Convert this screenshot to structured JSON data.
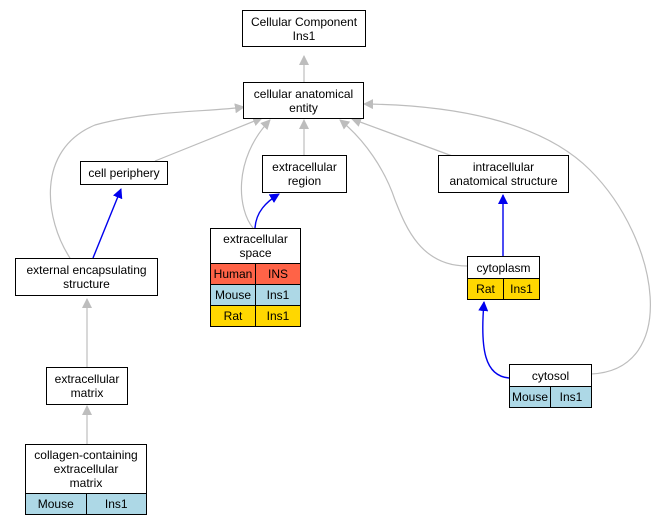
{
  "colors": {
    "gray_edge": "#bdbdbd",
    "blue_edge": "#0000ee",
    "human": "#ff6347",
    "mouse": "#add8e6",
    "rat": "#ffd700"
  },
  "nodes": {
    "root": {
      "label": "Cellular Component\nIns1"
    },
    "cae": {
      "label": "cellular anatomical\nentity"
    },
    "cp": {
      "label": "cell periphery"
    },
    "er": {
      "label": "extracellular\nregion"
    },
    "ias": {
      "label": "intracellular\nanatomical structure"
    },
    "ees": {
      "label": "external encapsulating\nstructure"
    },
    "es": {
      "label": "extracellular\nspace",
      "rows": [
        {
          "species": "Human",
          "gene": "INS"
        },
        {
          "species": "Mouse",
          "gene": "Ins1"
        },
        {
          "species": "Rat",
          "gene": "Ins1"
        }
      ]
    },
    "cyto": {
      "label": "cytoplasm",
      "rows": [
        {
          "species": "Rat",
          "gene": "Ins1"
        }
      ]
    },
    "em": {
      "label": "extracellular\nmatrix"
    },
    "cytosol": {
      "label": "cytosol",
      "rows": [
        {
          "species": "Mouse",
          "gene": "Ins1"
        }
      ]
    },
    "ccem": {
      "label": "collagen-containing\nextracellular\nmatrix",
      "rows": [
        {
          "species": "Mouse",
          "gene": "Ins1"
        }
      ]
    }
  }
}
